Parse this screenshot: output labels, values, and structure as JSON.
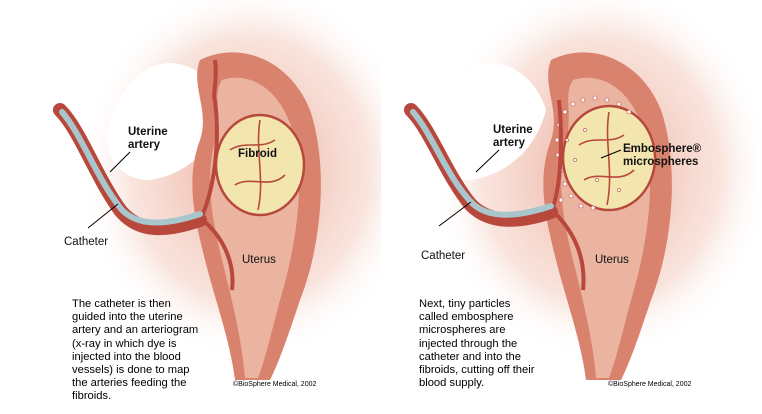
{
  "left_panel": {
    "label_uterine_artery": "Uterine\nartery",
    "label_fibroid": "Fibroid",
    "label_catheter": "Catheter",
    "label_uterus": "Uterus",
    "caption": "The catheter is then\nguided into the uterine\nartery and an arteriogram\n(x-ray in which dye is\ninjected into the blood\nvessels) is done to map\nthe arteries feeding the\nfibroids.",
    "copyright": "©BioSphere Medical, 2002"
  },
  "right_panel": {
    "label_uterine_artery": "Uterine\nartery",
    "label_microspheres": "Embosphere®\nmicrospheres",
    "label_catheter": "Catheter",
    "label_uterus": "Uterus",
    "caption": "Next, tiny particles\ncalled embosphere\nmicrospheres are\ninjected through the\ncatheter and into the\nfibroids, cutting off their\nblood supply.",
    "copyright": "©BioSphere Medical, 2002"
  },
  "colors": {
    "tissue_outer": "#d9836f",
    "tissue_inner": "#eab4a0",
    "artery": "#b8473c",
    "fibroid": "#f2e6ae",
    "catheter": "#a8c6cc",
    "microsphere": "#ffffff"
  }
}
